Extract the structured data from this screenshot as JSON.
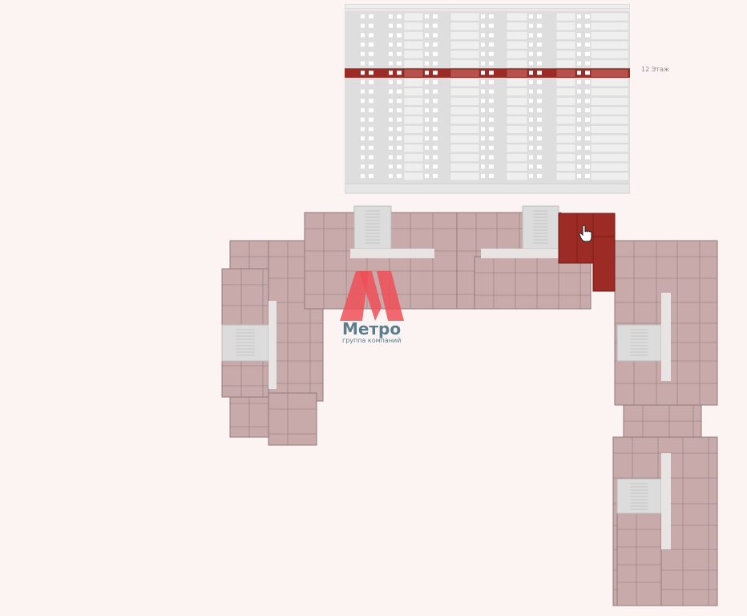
{
  "facade": {
    "floor_count": 18,
    "selected_floor": 12,
    "selected_floor_label": "12 Этаж"
  },
  "logo": {
    "name": "Метро",
    "subtitle": "группа компаний"
  },
  "colors": {
    "background": "#fcf4f2",
    "apartment": "#c8aaab",
    "apartment_line": "#8f7a7a",
    "stairwell": "#dcdcdc",
    "selected": "#9c2b25",
    "facade": "#dedede",
    "logo_red": "#ee4f57",
    "logo_text": "#5e7c8c"
  },
  "plan": {
    "selected_apartment": "apartment-selected"
  }
}
